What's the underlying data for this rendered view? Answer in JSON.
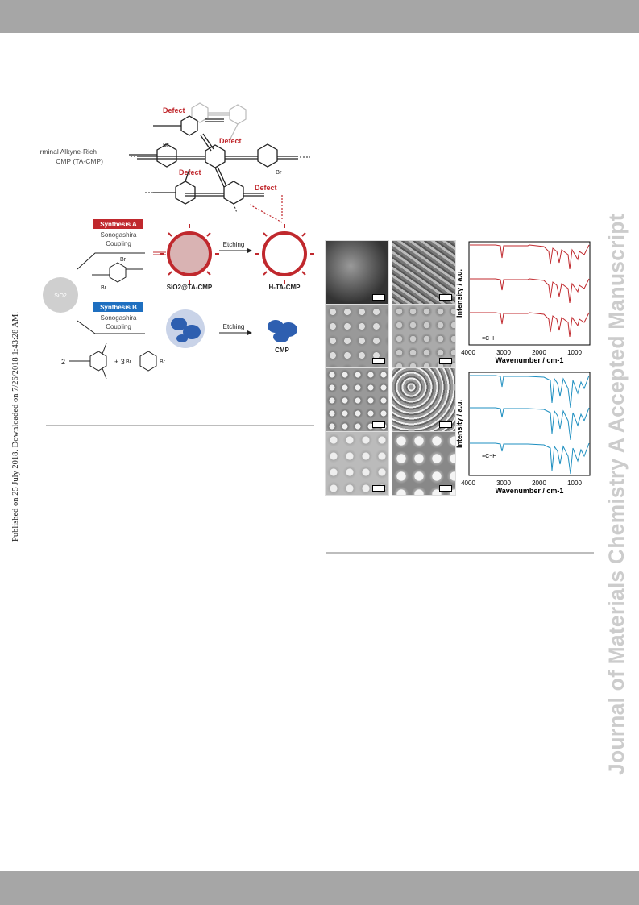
{
  "page": {
    "published_note": "Published on 25 July 2018. Downloaded on 7/26/2018 1:43:28 AM.",
    "journal_watermark": "Journal of Materials Chemistry A Accepted Manuscript"
  },
  "scheme": {
    "defect_label": "Defect",
    "ta_cmp_label_line1": "Terminal Alkyne-Rich",
    "ta_cmp_label_line2": "CMP (TA-CMP)",
    "br_label": "Br",
    "sio2_label": "SiO2",
    "synthesis_a": "Synthesis A",
    "synthesis_b": "Synthesis B",
    "sonogashira_line1": "Sonogashira",
    "sonogashira_line2": "Coupling",
    "etching": "Etching",
    "sio2_ta_cmp": "SiO2@TA-CMP",
    "h_ta_cmp": "H-TA-CMP",
    "cmp": "CMP",
    "reagent_coef_1": "2",
    "reagent_coef_2": "+ 3",
    "colors": {
      "red": "#c0282d",
      "blue": "#1e6fc0",
      "core": "#d9b3b3"
    }
  },
  "ir_top": {
    "ylabel": "Intensity / a.u.",
    "xlabel": "Wavenumber / cm-1",
    "ticks": [
      "4000",
      "3000",
      "2000",
      "1000"
    ],
    "annotation": "≡C−H",
    "color": "#c0282d"
  },
  "ir_bottom": {
    "ylabel": "Intensity / a.u.",
    "xlabel": "Wavenumber / cm-1",
    "ticks": [
      "4000",
      "3000",
      "2000",
      "1000"
    ],
    "annotation": "≡C−H",
    "color": "#1e8fc0"
  }
}
